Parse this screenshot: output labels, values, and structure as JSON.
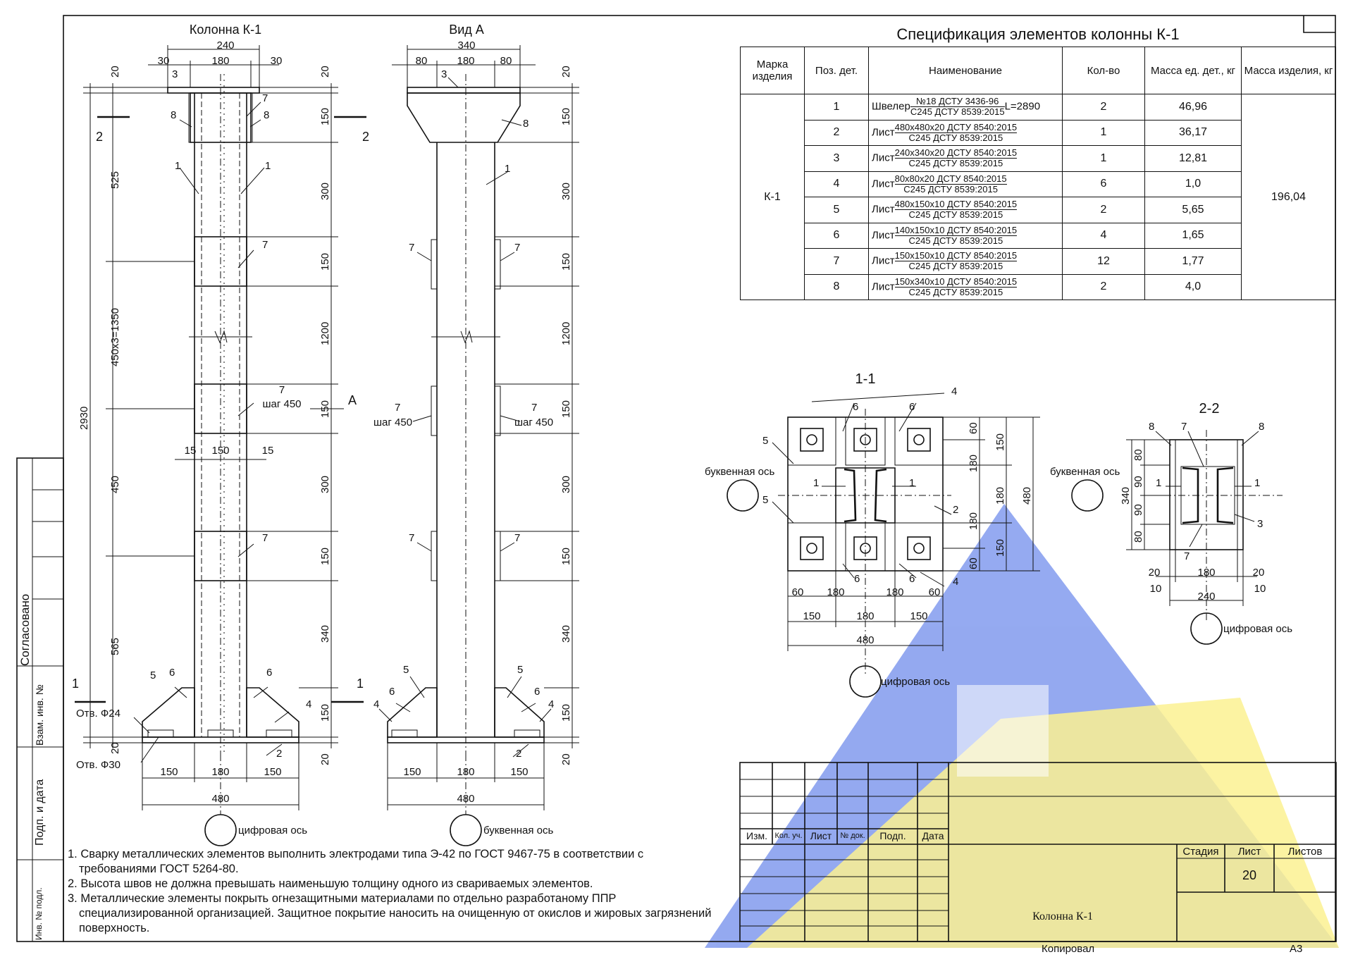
{
  "drawing": {
    "view_column": {
      "title": "Колонна К-1",
      "top_dims": [
        "240",
        "30",
        "180",
        "30"
      ],
      "left_dims": [
        "20",
        "525",
        "450х3=1350",
        "450",
        "565",
        "20",
        "2930"
      ],
      "right_dims": [
        "20",
        "150",
        "300",
        "150",
        "1200",
        "150",
        "300",
        "150",
        "340",
        "150",
        "20"
      ],
      "mid_dims": [
        "15",
        "150",
        "15"
      ],
      "bottom_dims": [
        "150",
        "180",
        "150",
        "480"
      ],
      "labels": [
        "3",
        "7",
        "8",
        "8",
        "1",
        "1",
        "7",
        "7",
        "шаг 450",
        "7",
        "5",
        "6",
        "6",
        "4",
        "2"
      ],
      "hole1": "Отв. Ф24",
      "hole2": "Отв. Ф30",
      "axis": "цифровая ось",
      "section_marks": [
        "2",
        "2",
        "1",
        "1",
        "А"
      ]
    },
    "view_a": {
      "title": "Вид А",
      "top_dims": [
        "340",
        "80",
        "180",
        "80"
      ],
      "right_dims": [
        "20",
        "150",
        "300",
        "150",
        "1200",
        "150",
        "300",
        "150",
        "340",
        "150",
        "20"
      ],
      "bottom_dims": [
        "150",
        "180",
        "150",
        "480"
      ],
      "labels": [
        "3",
        "8",
        "1",
        "7",
        "7",
        "7",
        "шаг 450",
        "7",
        "шаг 450",
        "7",
        "7",
        "5",
        "5",
        "6",
        "6",
        "4",
        "4",
        "2"
      ],
      "axis": "буквенная ось"
    },
    "section_11": {
      "title": "1-1",
      "dims_right": [
        "60",
        "150",
        "180",
        "180",
        "180",
        "150",
        "60",
        "480"
      ],
      "dims_bottom": [
        "60",
        "180",
        "180",
        "60",
        "150",
        "180",
        "150",
        "480"
      ],
      "labels": [
        "5",
        "6",
        "6",
        "4",
        "1",
        "1",
        "5",
        "2",
        "6",
        "6",
        "4"
      ],
      "axis_letter": "буквенная ось",
      "axis_digit": "цифровая ось"
    },
    "section_22": {
      "title": "2-2",
      "dims_left": [
        "80",
        "90",
        "90",
        "80",
        "340"
      ],
      "dims_bottom": [
        "20",
        "180",
        "20",
        "10",
        "10",
        "240"
      ],
      "labels": [
        "8",
        "7",
        "8",
        "1",
        "1",
        "3",
        "7"
      ],
      "axis_letter": "буквенная ось",
      "axis_digit": "цифровая ось"
    }
  },
  "spec": {
    "title": "Спецификация элементов колонны К-1",
    "headers": [
      "Марка изделия",
      "Поз. дет.",
      "Наименование",
      "Кол-во",
      "Масса ед. дет., кг",
      "Масса изделия, кг"
    ],
    "mark": "К-1",
    "total_mass": "196,04",
    "rows": [
      {
        "pos": "1",
        "prefix": "Швелер",
        "top": "№18 ДСТУ 3436-96",
        "bottom": "С245 ДСТУ 8539:2015",
        "suffix": "L=2890",
        "qty": "2",
        "mass": "46,96"
      },
      {
        "pos": "2",
        "prefix": "Лист",
        "top": "480х480х20 ДСТУ 8540:2015",
        "bottom": "С245 ДСТУ 8539:2015",
        "suffix": "",
        "qty": "1",
        "mass": "36,17"
      },
      {
        "pos": "3",
        "prefix": "Лист",
        "top": "240х340х20 ДСТУ 8540:2015",
        "bottom": "С245 ДСТУ 8539:2015",
        "suffix": "",
        "qty": "1",
        "mass": "12,81"
      },
      {
        "pos": "4",
        "prefix": "Лист",
        "top": "80х80х20 ДСТУ 8540:2015",
        "bottom": "С245 ДСТУ 8539:2015",
        "suffix": "",
        "qty": "6",
        "mass": "1,0"
      },
      {
        "pos": "5",
        "prefix": "Лист",
        "top": "480х150х10 ДСТУ 8540:2015",
        "bottom": "С245 ДСТУ 8539:2015",
        "suffix": "",
        "qty": "2",
        "mass": "5,65"
      },
      {
        "pos": "6",
        "prefix": "Лист",
        "top": "140х150х10 ДСТУ 8540:2015",
        "bottom": "С245 ДСТУ 8539:2015",
        "suffix": "",
        "qty": "4",
        "mass": "1,65"
      },
      {
        "pos": "7",
        "prefix": "Лист",
        "top": "150х150х10 ДСТУ 8540:2015",
        "bottom": "С245 ДСТУ 8539:2015",
        "suffix": "",
        "qty": "12",
        "mass": "1,77"
      },
      {
        "pos": "8",
        "prefix": "Лист",
        "top": "150х340х10 ДСТУ 8540:2015",
        "bottom": "С245 ДСТУ 8539:2015",
        "suffix": "",
        "qty": "2",
        "mass": "4,0"
      }
    ]
  },
  "notes": [
    "1. Сварку металлических элементов выполнить электродами типа Э-42 по ГОСТ 9467-75 в соответствии с требованиями ГОСТ 5264-80.",
    "2. Высота швов не должна превышать наименьшую толщину одного из свариваемых элементов.",
    "3. Металлические элементы покрыть огнезащитными материалами по отдельно разработаному ППР специализированной организацией. Защитное покрытие наносить на очищенную от окислов и жировых загрязнений поверхность."
  ],
  "title_block": {
    "col_headers": [
      "Изм.",
      "Кол. уч.",
      "Лист",
      "№ док.",
      "Подп.",
      "Дата"
    ],
    "stage_headers": [
      "Стадия",
      "Лист",
      "Листов"
    ],
    "sheet_no": "20",
    "drawing_name": "Колонна К-1",
    "copied": "Копировал",
    "format": "А3"
  },
  "side_stamp": {
    "agreed": "Согласовано",
    "vzam": "Взам. инв. №",
    "podp": "Подп. и дата",
    "inv": "Инв. № подл."
  },
  "colors": {
    "watermark_blue": "#8fa5f0",
    "watermark_yellow": "#fbf08c",
    "line": "#111111"
  }
}
